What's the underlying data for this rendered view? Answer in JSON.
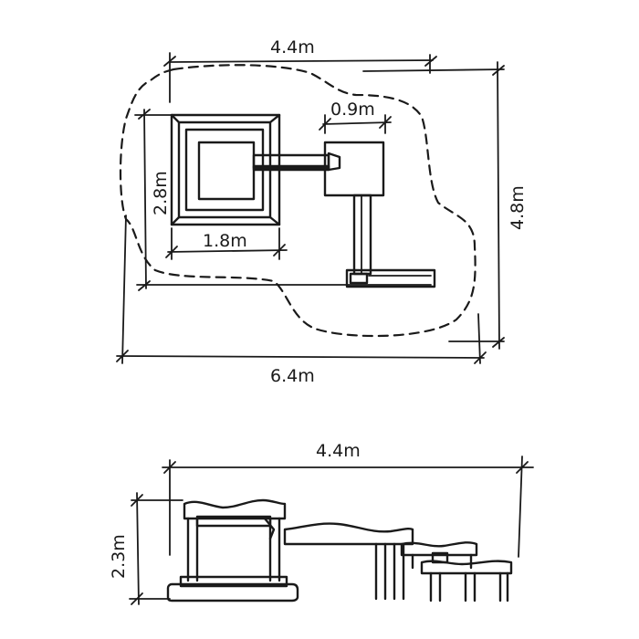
{
  "plan_view": {
    "dimensions": {
      "top_width": "4.4m",
      "side_height": "4.8m",
      "bottom_width": "6.4m",
      "left_depth": "2.8m",
      "tower_width": "1.8m",
      "small_platform_width": "0.9m"
    }
  },
  "elevation_view": {
    "dimensions": {
      "overall_width": "4.4m",
      "overall_height": "2.3m"
    }
  },
  "colors": {
    "ink": "#1a1a1a",
    "background": "#ffffff"
  }
}
